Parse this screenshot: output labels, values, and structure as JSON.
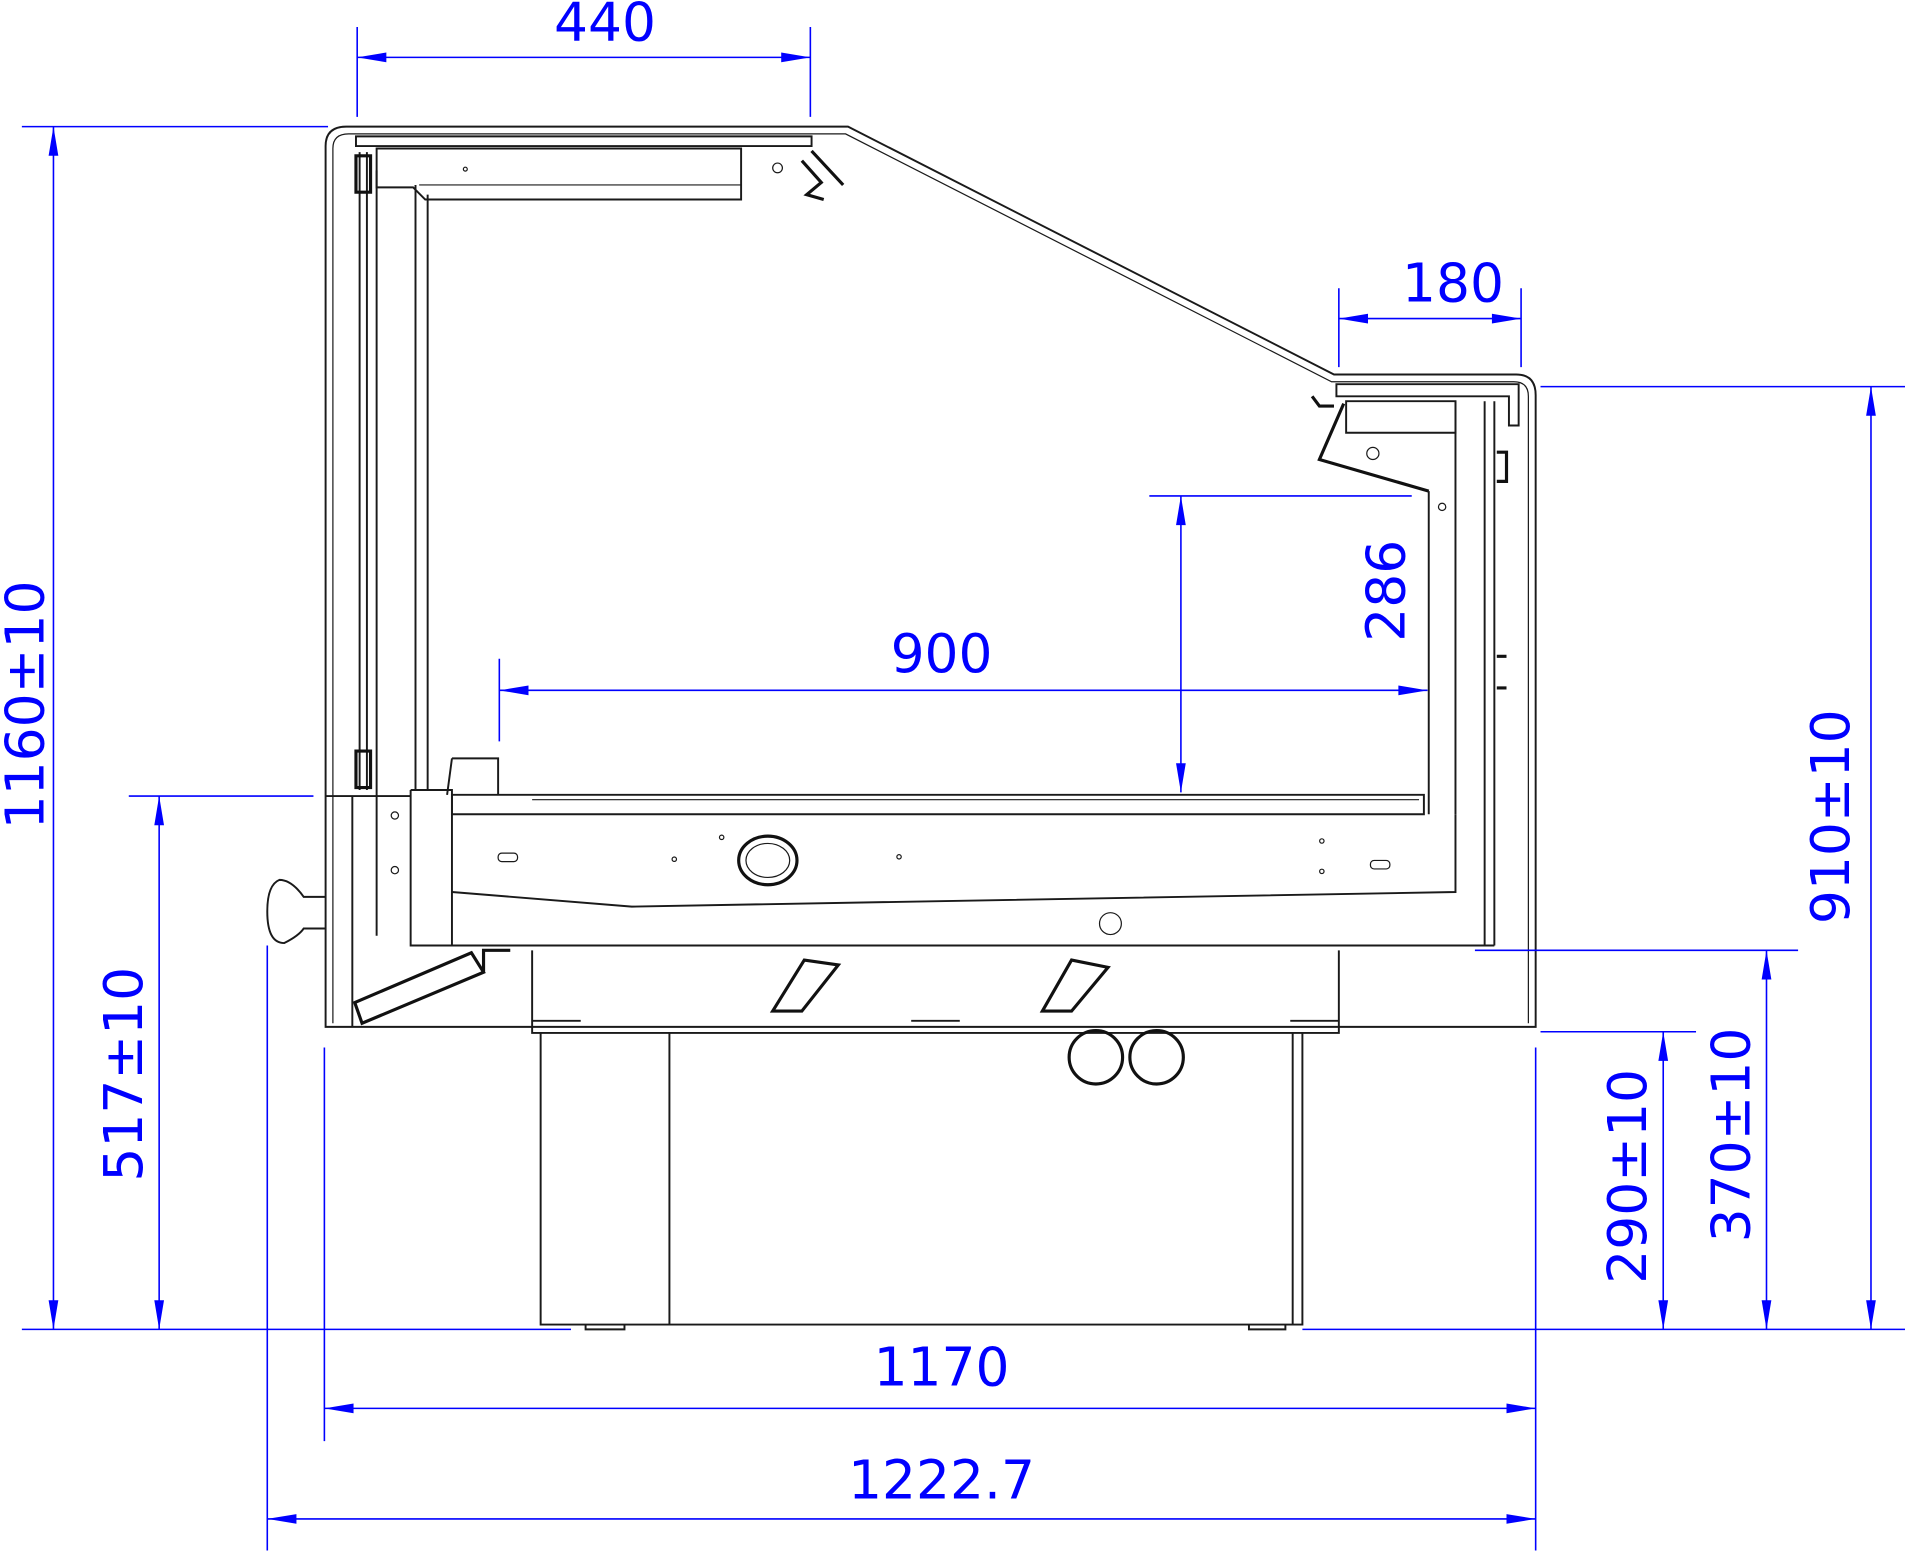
{
  "drawing": {
    "dimensions": {
      "top_depth": "440",
      "rear_top_depth": "180",
      "inner_height": "286",
      "shelf_depth": "900",
      "total_height": "1160±10",
      "front_counter_height": "517±10",
      "rear_height": "910±10",
      "base_top_height": "370±10",
      "plinth_height": "290±10",
      "body_depth": "1170",
      "total_depth": "1222.7"
    },
    "colors": {
      "dimension": "#0000ff",
      "outline": "#1a1a1a"
    }
  }
}
